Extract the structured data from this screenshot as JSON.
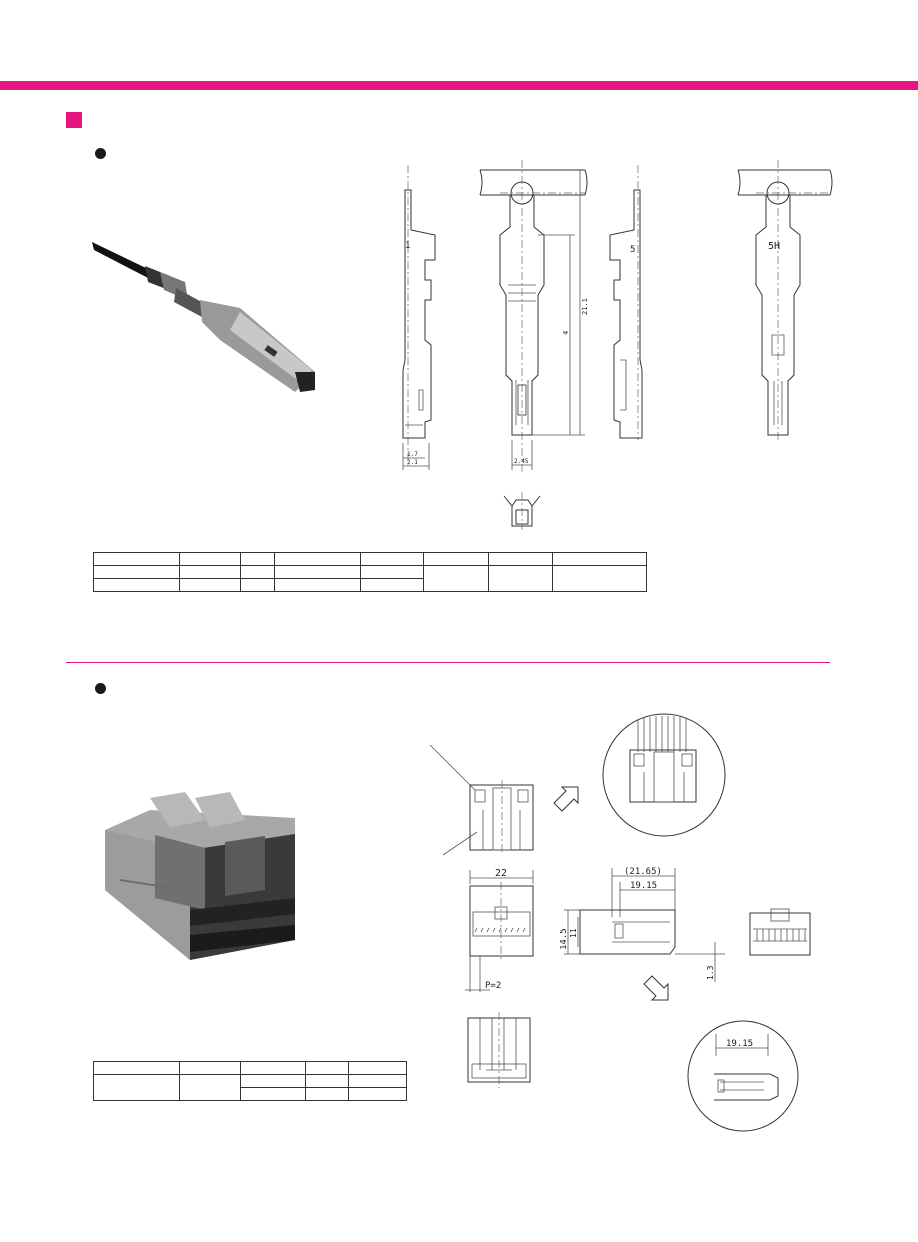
{
  "colors": {
    "accent": "#e8147f"
  },
  "drawing1": {
    "marking_1": "1",
    "marking_5": "5",
    "marking_5h": "5H",
    "dim_w1": "1.7",
    "dim_w2": "2.1",
    "dim_w3": "2.45",
    "dim_l1": "21.1",
    "dim_l2": "4"
  },
  "drawing2": {
    "dim_22": "22",
    "dim_2165": "(21.65)",
    "dim_1915": "19.15",
    "dim_145": "14.5",
    "dim_11": "11",
    "dim_13": "1.3",
    "dim_pitch": "P=2",
    "dim_1915b": "19.15"
  }
}
